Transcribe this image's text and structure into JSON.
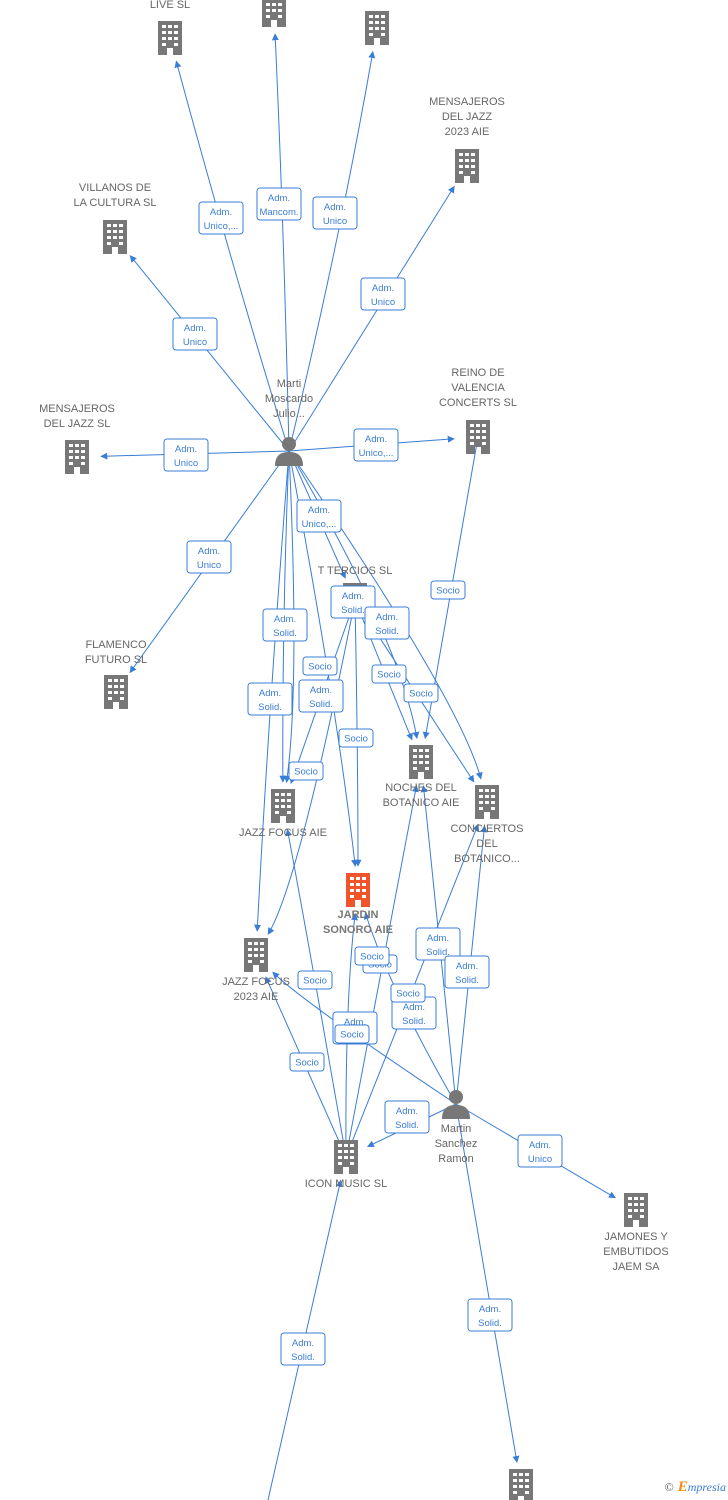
{
  "colors": {
    "edge": "#3a7dd6",
    "company": "#777777",
    "main_company": "#f0542a",
    "person": "#777777"
  },
  "nodes": [
    {
      "id": "live",
      "type": "company",
      "label": [
        "LIVE  SL"
      ]
    },
    {
      "id": "top2",
      "type": "company",
      "label": []
    },
    {
      "id": "top3",
      "type": "company",
      "label": [
        "..."
      ]
    },
    {
      "id": "mens2023",
      "type": "company",
      "label": [
        "MENSAJEROS",
        "DEL JAZZ",
        "2023  AIE"
      ]
    },
    {
      "id": "villanos",
      "type": "company",
      "label": [
        "VILLANOS DE",
        "LA CULTURA  SL"
      ]
    },
    {
      "id": "marti",
      "type": "person",
      "label": [
        "Marti",
        "Moscardo",
        "Julio..."
      ]
    },
    {
      "id": "reino",
      "type": "company",
      "label": [
        "REINO DE",
        "VALENCIA",
        "CONCERTS  SL"
      ]
    },
    {
      "id": "mensjazz",
      "type": "company",
      "label": [
        "MENSAJEROS",
        "DEL JAZZ SL"
      ]
    },
    {
      "id": "ttercios",
      "type": "company",
      "label": [
        "T TERCIOS SL"
      ]
    },
    {
      "id": "flamenco",
      "type": "company",
      "label": [
        "FLAMENCO",
        "FUTURO SL"
      ]
    },
    {
      "id": "noches",
      "type": "company",
      "label": [
        "NOCHES DEL",
        "BOTANICO AIE"
      ]
    },
    {
      "id": "conciertos",
      "type": "company",
      "label": [
        "CONCIERTOS",
        "DEL",
        "BOTANICO..."
      ]
    },
    {
      "id": "jazzfocus",
      "type": "company",
      "label": [
        "JAZZ FOCUS AIE"
      ]
    },
    {
      "id": "jardin",
      "type": "main",
      "label": [
        "JARDIN",
        "SONORO  AIE"
      ]
    },
    {
      "id": "jazzfocus2023",
      "type": "company",
      "label": [
        "JAZZ FOCUS",
        "2023 AIE"
      ]
    },
    {
      "id": "martin",
      "type": "person",
      "label": [
        "Martin",
        "Sanchez",
        "Ramon"
      ]
    },
    {
      "id": "icon",
      "type": "company",
      "label": [
        "ICON MUSIC  SL"
      ]
    },
    {
      "id": "jamones",
      "type": "company",
      "label": [
        "JAMONES Y",
        "EMBUTIDOS",
        "JAEM SA"
      ]
    },
    {
      "id": "bottom",
      "type": "company",
      "label": []
    }
  ],
  "edges": [
    {
      "from": "marti",
      "to": "live",
      "label": [
        "Adm.",
        "Unico,..."
      ]
    },
    {
      "from": "marti",
      "to": "top2",
      "label": [
        "Adm.",
        "Mancom."
      ]
    },
    {
      "from": "marti",
      "to": "top3",
      "label": [
        "Adm.",
        "Unico"
      ]
    },
    {
      "from": "marti",
      "to": "mens2023",
      "label": [
        "Adm.",
        "Unico"
      ]
    },
    {
      "from": "marti",
      "to": "villanos",
      "label": [
        "Adm.",
        "Unico"
      ]
    },
    {
      "from": "marti",
      "to": "mensjazz",
      "label": [
        "Adm.",
        "Unico"
      ]
    },
    {
      "from": "marti",
      "to": "reino",
      "label": [
        "Adm.",
        "Unico,..."
      ]
    },
    {
      "from": "marti",
      "to": "flamenco",
      "label": [
        "Adm.",
        "Unico"
      ]
    },
    {
      "from": "marti",
      "to": "ttercios",
      "label": [
        "Adm.",
        "Unico,..."
      ]
    },
    {
      "from": "marti",
      "to": "jazzfocus",
      "label": [
        "Adm.",
        "Solid."
      ]
    },
    {
      "from": "marti",
      "to": "jardin",
      "label": [
        "Adm.",
        "Solid."
      ]
    },
    {
      "from": "marti",
      "to": "noches",
      "label": [
        "Adm.",
        "Solid."
      ]
    },
    {
      "from": "marti",
      "to": "conciertos",
      "label": [
        "Socio"
      ]
    },
    {
      "from": "marti",
      "to": "jazzfocus2023",
      "label": [
        "Adm.",
        "Solid."
      ]
    },
    {
      "from": "marti",
      "to": "jazzfocus",
      "label": [
        "Adm.",
        "Solid."
      ]
    },
    {
      "from": "reino",
      "to": "noches",
      "label": [
        "Socio"
      ]
    },
    {
      "from": "ttercios",
      "to": "noches",
      "label": [
        "Socio"
      ]
    },
    {
      "from": "ttercios",
      "to": "conciertos",
      "label": [
        "Socio"
      ]
    },
    {
      "from": "ttercios",
      "to": "jardin",
      "label": [
        "Socio"
      ]
    },
    {
      "from": "ttercios",
      "to": "jazzfocus",
      "label": [
        "Socio"
      ]
    },
    {
      "from": "ttercios",
      "to": "jazzfocus2023",
      "label": [
        "Socio"
      ]
    },
    {
      "from": "martin",
      "to": "conciertos",
      "label": [
        "Adm.",
        "Solid."
      ]
    },
    {
      "from": "martin",
      "to": "noches",
      "label": [
        "Adm.",
        "Solid."
      ]
    },
    {
      "from": "martin",
      "to": "jardin",
      "label": [
        "Adm.",
        "Solid."
      ]
    },
    {
      "from": "martin",
      "to": "jazzfocus2023",
      "label": [
        "Socio"
      ]
    },
    {
      "from": "martin",
      "to": "icon",
      "label": [
        "Adm.",
        "Solid."
      ]
    },
    {
      "from": "martin",
      "to": "jamones",
      "label": [
        "Adm.",
        "Unico"
      ]
    },
    {
      "from": "martin",
      "to": "bottom",
      "label": [
        "Adm.",
        "Solid."
      ]
    },
    {
      "from": "icon",
      "to": "jazzfocus2023",
      "label": [
        "Socio"
      ]
    },
    {
      "from": "icon",
      "to": "jazzfocus",
      "label": [
        "Socio"
      ]
    },
    {
      "from": "icon",
      "to": "jardin",
      "label": [
        "Adm.",
        "Solid."
      ]
    },
    {
      "from": "icon",
      "to": "noches",
      "label": [
        "Socio"
      ]
    },
    {
      "from": "icon",
      "to": "conciertos",
      "label": [
        "Socio"
      ]
    },
    {
      "from": "offpage",
      "to": "icon",
      "label": [
        "Adm.",
        "Solid."
      ]
    }
  ],
  "footer": {
    "copyright": "©",
    "brand_initial": "E",
    "brand_rest": "mpresia"
  }
}
